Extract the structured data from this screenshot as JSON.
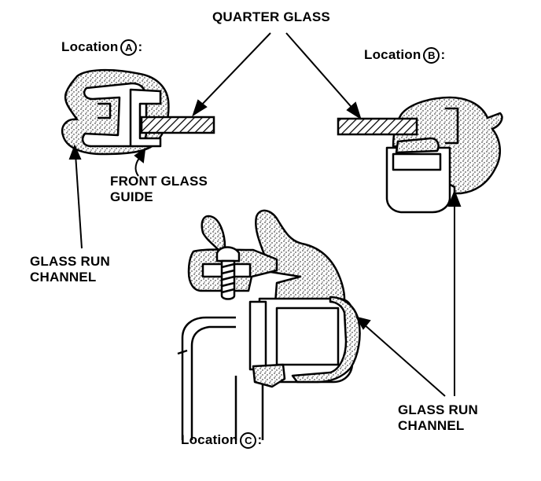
{
  "labels": {
    "quarter_glass": "QUARTER GLASS",
    "location_word": "Location",
    "location_a": "A",
    "location_b": "B",
    "location_c": "C",
    "colon": ":",
    "front_glass_guide_line1": "FRONT GLASS",
    "front_glass_guide_line2": "GUIDE",
    "glass_run_channel_left_line1": "GLASS RUN",
    "glass_run_channel_left_line2": "CHANNEL",
    "glass_run_channel_right_line1": "GLASS RUN",
    "glass_run_channel_right_line2": "CHANNEL"
  },
  "colors": {
    "ink": "#000000",
    "background": "#ffffff"
  }
}
